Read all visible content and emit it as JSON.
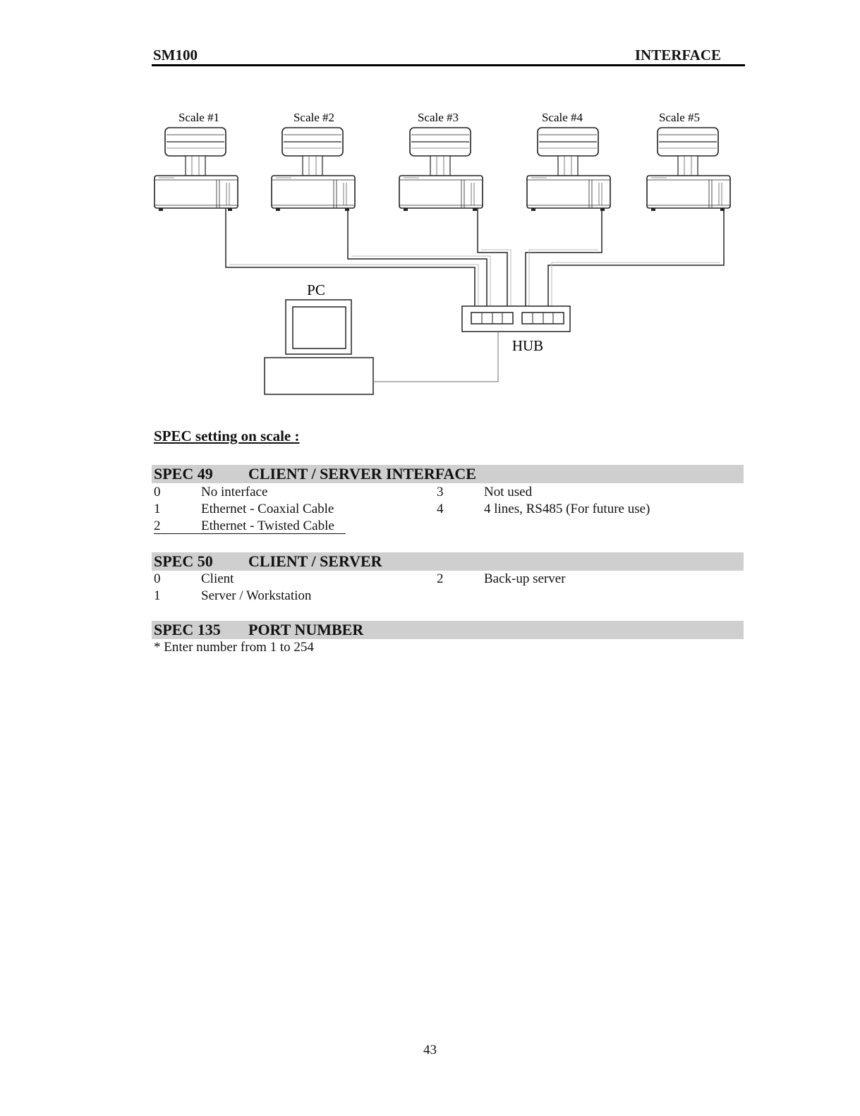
{
  "header": {
    "left": "SM100",
    "right": "INTERFACE"
  },
  "diagram": {
    "scales": [
      {
        "label": "Scale #1"
      },
      {
        "label": "Scale #2"
      },
      {
        "label": "Scale #3"
      },
      {
        "label": "Scale #4"
      },
      {
        "label": "Scale #5"
      }
    ],
    "pc_label": "PC",
    "hub_label": "HUB"
  },
  "spec_title": "SPEC setting on scale :",
  "specs": [
    {
      "code": "SPEC 49",
      "name": "CLIENT / SERVER INTERFACE",
      "options_left": [
        {
          "key": "0",
          "value": "No interface"
        },
        {
          "key": "1",
          "value": "Ethernet - Coaxial Cable"
        },
        {
          "key": "2",
          "value": "Ethernet - Twisted Cable"
        }
      ],
      "options_right": [
        {
          "key": "3",
          "value": "Not used"
        },
        {
          "key": "4",
          "value": "4 lines, RS485 (For future use)"
        }
      ]
    },
    {
      "code": "SPEC 50",
      "name": "CLIENT / SERVER",
      "options_left": [
        {
          "key": "0",
          "value": "Client"
        },
        {
          "key": "1",
          "value": "Server / Workstation"
        }
      ],
      "options_right": [
        {
          "key": "2",
          "value": "Back-up server"
        }
      ]
    },
    {
      "code": "SPEC 135",
      "name": "PORT NUMBER",
      "note": "* Enter number from 1 to 254"
    }
  ],
  "page_number": "43"
}
